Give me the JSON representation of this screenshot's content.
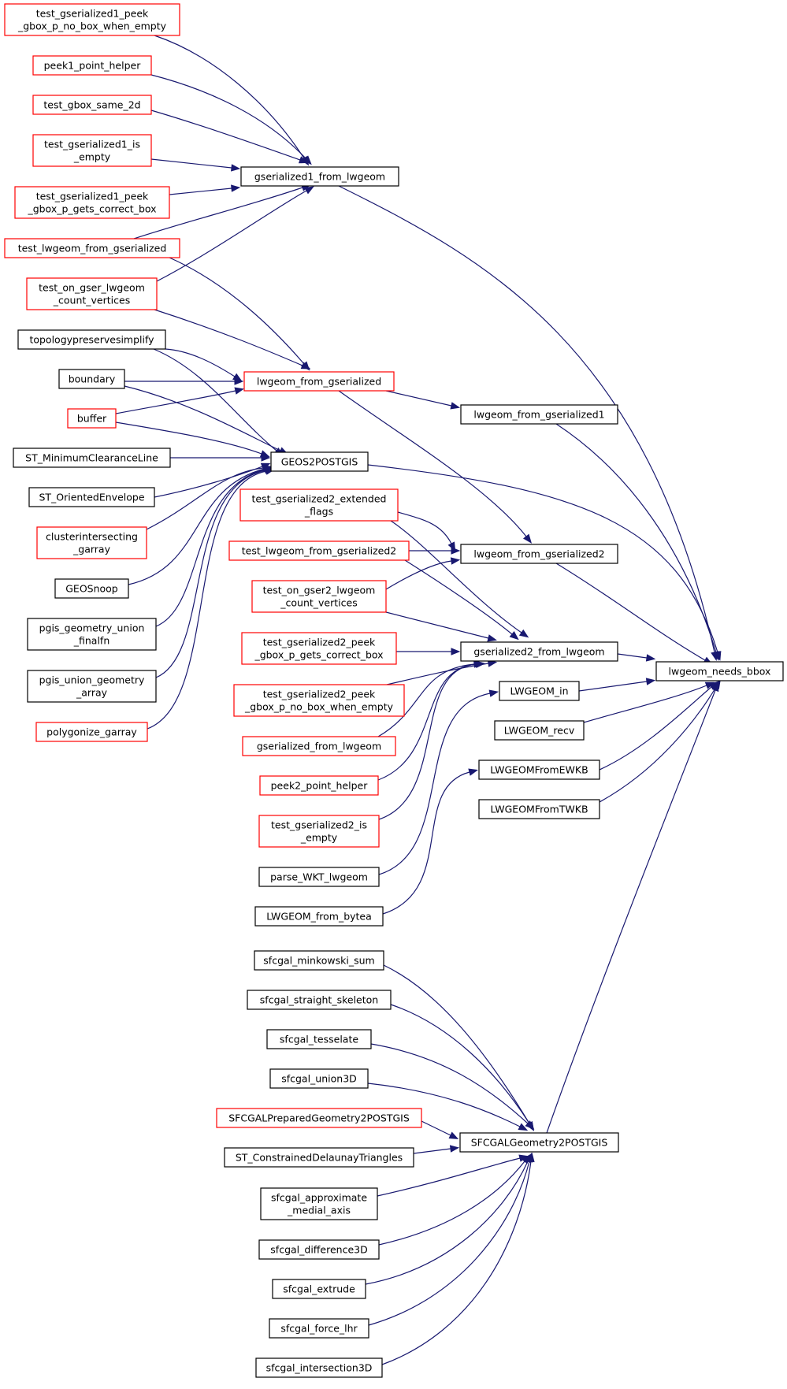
{
  "colors": {
    "edge": "#191970",
    "border_default": "#000000",
    "border_red": "#ff0000",
    "root_fill": "#bfbfbf"
  },
  "root": "lwgeom_needs_bbox",
  "nodes": {
    "n_root": {
      "lines": [
        "lwgeom_needs_bbox"
      ],
      "style": "root"
    },
    "n_gs1flw": {
      "lines": [
        "gserialized1_from_lwgeom"
      ],
      "style": "black"
    },
    "n_lwfgs": {
      "lines": [
        "lwgeom_from_gserialized"
      ],
      "style": "red"
    },
    "n_lwfgs1": {
      "lines": [
        "lwgeom_from_gserialized1"
      ],
      "style": "black"
    },
    "n_geos2pg": {
      "lines": [
        "GEOS2POSTGIS"
      ],
      "style": "black"
    },
    "n_lwfgs2": {
      "lines": [
        "lwgeom_from_gserialized2"
      ],
      "style": "black"
    },
    "n_gs2flw": {
      "lines": [
        "gserialized2_from_lwgeom"
      ],
      "style": "black"
    },
    "n_lwgeomin": {
      "lines": [
        "LWGEOM_in"
      ],
      "style": "black"
    },
    "n_lwgeomrecv": {
      "lines": [
        "LWGEOM_recv"
      ],
      "style": "black"
    },
    "n_lwgeomfewkb": {
      "lines": [
        "LWGEOMFromEWKB"
      ],
      "style": "black"
    },
    "n_lwgeomftwkb": {
      "lines": [
        "LWGEOMFromTWKB"
      ],
      "style": "black"
    },
    "n_sfcgal2pg": {
      "lines": [
        "SFCGALGeometry2POSTGIS"
      ],
      "style": "black"
    },
    "n_t1": {
      "lines": [
        "test_gserialized1_peek",
        "_gbox_p_no_box_when_empty"
      ],
      "style": "red"
    },
    "n_t2": {
      "lines": [
        "peek1_point_helper"
      ],
      "style": "red"
    },
    "n_t3": {
      "lines": [
        "test_gbox_same_2d"
      ],
      "style": "red"
    },
    "n_t4": {
      "lines": [
        "test_gserialized1_is",
        "_empty"
      ],
      "style": "red"
    },
    "n_t5": {
      "lines": [
        "test_gserialized1_peek",
        "_gbox_p_gets_correct_box"
      ],
      "style": "red"
    },
    "n_t6": {
      "lines": [
        "test_lwgeom_from_gserialized"
      ],
      "style": "red"
    },
    "n_t7": {
      "lines": [
        "test_on_gser_lwgeom",
        "_count_vertices"
      ],
      "style": "red"
    },
    "n_t8": {
      "lines": [
        "topologypreservesimplify"
      ],
      "style": "black"
    },
    "n_t9": {
      "lines": [
        "boundary"
      ],
      "style": "black"
    },
    "n_t10": {
      "lines": [
        "buffer"
      ],
      "style": "red"
    },
    "n_t11": {
      "lines": [
        "ST_MinimumClearanceLine"
      ],
      "style": "black"
    },
    "n_t12": {
      "lines": [
        "ST_OrientedEnvelope"
      ],
      "style": "black"
    },
    "n_t13": {
      "lines": [
        "clusterintersecting",
        "_garray"
      ],
      "style": "red"
    },
    "n_t14": {
      "lines": [
        "GEOSnoop"
      ],
      "style": "black"
    },
    "n_t15": {
      "lines": [
        "pgis_geometry_union",
        "_finalfn"
      ],
      "style": "black"
    },
    "n_t16": {
      "lines": [
        "pgis_union_geometry",
        "_array"
      ],
      "style": "black"
    },
    "n_t17": {
      "lines": [
        "polygonize_garray"
      ],
      "style": "red"
    },
    "n_m1": {
      "lines": [
        "test_gserialized2_extended",
        "_flags"
      ],
      "style": "red"
    },
    "n_m2": {
      "lines": [
        "test_lwgeom_from_gserialized2"
      ],
      "style": "red"
    },
    "n_m3": {
      "lines": [
        "test_on_gser2_lwgeom",
        "_count_vertices"
      ],
      "style": "red"
    },
    "n_m4": {
      "lines": [
        "test_gserialized2_peek",
        "_gbox_p_gets_correct_box"
      ],
      "style": "red"
    },
    "n_m5": {
      "lines": [
        "test_gserialized2_peek",
        "_gbox_p_no_box_when_empty"
      ],
      "style": "red"
    },
    "n_m6": {
      "lines": [
        "gserialized_from_lwgeom"
      ],
      "style": "red"
    },
    "n_m7": {
      "lines": [
        "peek2_point_helper"
      ],
      "style": "red"
    },
    "n_m8": {
      "lines": [
        "test_gserialized2_is",
        "_empty"
      ],
      "style": "red"
    },
    "n_m9": {
      "lines": [
        "parse_WKT_lwgeom"
      ],
      "style": "black"
    },
    "n_m10": {
      "lines": [
        "LWGEOM_from_bytea"
      ],
      "style": "black"
    },
    "n_s1": {
      "lines": [
        "sfcgal_minkowski_sum"
      ],
      "style": "black"
    },
    "n_s2": {
      "lines": [
        "sfcgal_straight_skeleton"
      ],
      "style": "black"
    },
    "n_s3": {
      "lines": [
        "sfcgal_tesselate"
      ],
      "style": "black"
    },
    "n_s4": {
      "lines": [
        "sfcgal_union3D"
      ],
      "style": "black"
    },
    "n_s5": {
      "lines": [
        "SFCGALPreparedGeometry2POSTGIS"
      ],
      "style": "red"
    },
    "n_s6": {
      "lines": [
        "ST_ConstrainedDelaunayTriangles"
      ],
      "style": "black"
    },
    "n_s7": {
      "lines": [
        "sfcgal_approximate",
        "_medial_axis"
      ],
      "style": "black"
    },
    "n_s8": {
      "lines": [
        "sfcgal_difference3D"
      ],
      "style": "black"
    },
    "n_s9": {
      "lines": [
        "sfcgal_extrude"
      ],
      "style": "black"
    },
    "n_s10": {
      "lines": [
        "sfcgal_force_lhr"
      ],
      "style": "black"
    },
    "n_s11": {
      "lines": [
        "sfcgal_intersection3D"
      ],
      "style": "black"
    }
  },
  "edges": [
    [
      "n_gs1flw",
      "n_root"
    ],
    [
      "n_lwfgs1",
      "n_root"
    ],
    [
      "n_geos2pg",
      "n_root"
    ],
    [
      "n_lwfgs2",
      "n_root"
    ],
    [
      "n_gs2flw",
      "n_root"
    ],
    [
      "n_lwgeomin",
      "n_root"
    ],
    [
      "n_lwgeomrecv",
      "n_root"
    ],
    [
      "n_lwgeomfewkb",
      "n_root"
    ],
    [
      "n_lwgeomftwkb",
      "n_root"
    ],
    [
      "n_sfcgal2pg",
      "n_root"
    ],
    [
      "n_t1",
      "n_gs1flw"
    ],
    [
      "n_t2",
      "n_gs1flw"
    ],
    [
      "n_t3",
      "n_gs1flw"
    ],
    [
      "n_t4",
      "n_gs1flw"
    ],
    [
      "n_t5",
      "n_gs1flw"
    ],
    [
      "n_t6",
      "n_gs1flw"
    ],
    [
      "n_t7",
      "n_gs1flw"
    ],
    [
      "n_lwfgs",
      "n_lwfgs1"
    ],
    [
      "n_lwfgs",
      "n_lwfgs2"
    ],
    [
      "n_t6",
      "n_lwfgs"
    ],
    [
      "n_t7",
      "n_lwfgs"
    ],
    [
      "n_t8",
      "n_lwfgs"
    ],
    [
      "n_t9",
      "n_lwfgs"
    ],
    [
      "n_t10",
      "n_lwfgs"
    ],
    [
      "n_t8",
      "n_geos2pg"
    ],
    [
      "n_t9",
      "n_geos2pg"
    ],
    [
      "n_t10",
      "n_geos2pg"
    ],
    [
      "n_t11",
      "n_geos2pg"
    ],
    [
      "n_t12",
      "n_geos2pg"
    ],
    [
      "n_t13",
      "n_geos2pg"
    ],
    [
      "n_t14",
      "n_geos2pg"
    ],
    [
      "n_t15",
      "n_geos2pg"
    ],
    [
      "n_t16",
      "n_geos2pg"
    ],
    [
      "n_t17",
      "n_geos2pg"
    ],
    [
      "n_m1",
      "n_lwfgs2"
    ],
    [
      "n_m2",
      "n_lwfgs2"
    ],
    [
      "n_m3",
      "n_lwfgs2"
    ],
    [
      "n_m1",
      "n_gs2flw"
    ],
    [
      "n_m2",
      "n_gs2flw"
    ],
    [
      "n_m3",
      "n_gs2flw"
    ],
    [
      "n_m4",
      "n_gs2flw"
    ],
    [
      "n_m5",
      "n_gs2flw"
    ],
    [
      "n_m6",
      "n_gs2flw"
    ],
    [
      "n_m7",
      "n_gs2flw"
    ],
    [
      "n_m8",
      "n_gs2flw"
    ],
    [
      "n_m9",
      "n_lwgeomin"
    ],
    [
      "n_m10",
      "n_lwgeomfewkb"
    ],
    [
      "n_s1",
      "n_sfcgal2pg"
    ],
    [
      "n_s2",
      "n_sfcgal2pg"
    ],
    [
      "n_s3",
      "n_sfcgal2pg"
    ],
    [
      "n_s4",
      "n_sfcgal2pg"
    ],
    [
      "n_s5",
      "n_sfcgal2pg"
    ],
    [
      "n_s6",
      "n_sfcgal2pg"
    ],
    [
      "n_s7",
      "n_sfcgal2pg"
    ],
    [
      "n_s8",
      "n_sfcgal2pg"
    ],
    [
      "n_s9",
      "n_sfcgal2pg"
    ],
    [
      "n_s10",
      "n_sfcgal2pg"
    ],
    [
      "n_s11",
      "n_sfcgal2pg"
    ]
  ]
}
